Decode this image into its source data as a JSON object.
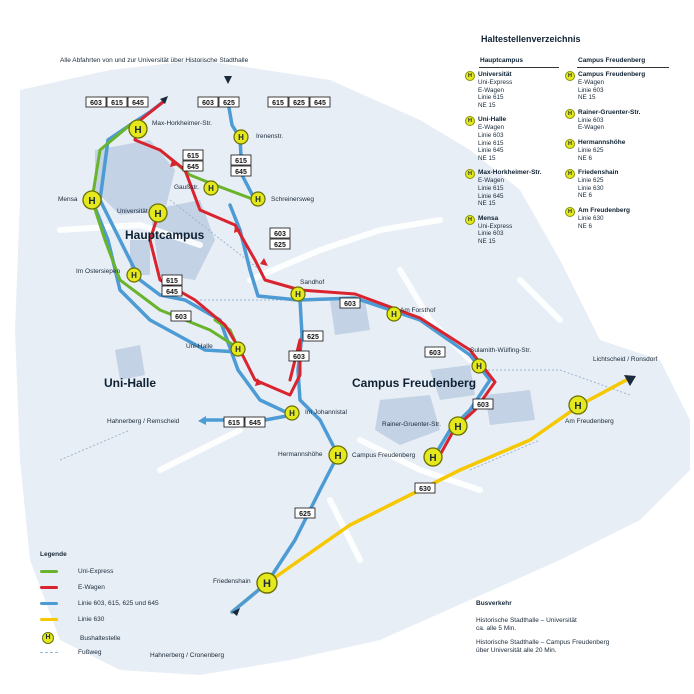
{
  "header": {
    "title": "Haltestellenverzeichnis",
    "note": "Alle Abfahrten von und zur Universität über Historische Stadthalle"
  },
  "areas": {
    "hauptcampus": "Hauptcampus",
    "uni_halle": "Uni-Halle",
    "campus_freudenberg": "Campus Freudenberg"
  },
  "map_labels": {
    "max_horkheimer": "Max-Horkheimer-Str.",
    "irenenstr": "Irenenstr.",
    "gaussstr": "Gaußstr.",
    "schreinersweg": "Schreinersweg",
    "universitaet": "Universität",
    "mensa": "Mensa",
    "im_ostersiepen": "Im Ostersiepen",
    "sandhof": "Sandhof",
    "am_forsthof": "Am Forsthof",
    "uni_halle_stop": "Uni-Halle",
    "im_johannistal": "Im Johannistal",
    "sulamith": "Sulamith-Wülfing-Str.",
    "lichtscheid": "Lichtscheid / Ronsdorf",
    "am_freudenberg": "Am Freudenberg",
    "rainer_gruenter": "Rainer-Gruenter-Str.",
    "campus_freudenberg_stop": "Campus Freudenberg",
    "hahnerberg_remscheid": "Hahnerberg / Remscheid",
    "hermannshoehe": "Hermannshöhe",
    "friedenshain": "Friedenshain",
    "hahnerberg_cronenberg": "Hahnerberg / Cronenberg"
  },
  "route_badges": {
    "b603": "603",
    "b615": "615",
    "b625": "625",
    "b645": "645",
    "b630": "630"
  },
  "stop_symbol": "H",
  "directory": {
    "col1_title": "Hauptcampus",
    "col2_title": "Campus Freudenberg",
    "col1": [
      {
        "name": "Universität",
        "lines": [
          "Uni-Express",
          "E-Wagen",
          "Linie 615",
          "NE 15"
        ]
      },
      {
        "name": "Uni-Halle",
        "lines": [
          "E-Wagen",
          "Linie 603",
          "Linie 615",
          "Linie 645",
          "NE 15"
        ]
      },
      {
        "name": "Max-Horkheimer-Str.",
        "lines": [
          "E-Wagen",
          "Linie 615",
          "Linie 645",
          "NE 15"
        ]
      },
      {
        "name": "Mensa",
        "lines": [
          "Uni-Express",
          "Linie 603",
          "NE 15"
        ]
      }
    ],
    "col2": [
      {
        "name": "Campus Freudenberg",
        "lines": [
          "E-Wagen",
          "Linie 603",
          "NE 15"
        ]
      },
      {
        "name": "Rainer-Gruenter-Str.",
        "lines": [
          "Linie 603",
          "E-Wagen"
        ]
      },
      {
        "name": "Hermannshöhe",
        "lines": [
          "Linie 625",
          "NE 6"
        ]
      },
      {
        "name": "Friedenshain",
        "lines": [
          "Linie 625",
          "Linie 630",
          "NE 6"
        ]
      },
      {
        "name": "Am Freudenberg",
        "lines": [
          "Linie 630",
          "NE 6"
        ]
      }
    ]
  },
  "legend": {
    "title": "Legende",
    "items": [
      {
        "label": "Uni-Express",
        "color": "#6ab42d"
      },
      {
        "label": "E-Wagen",
        "color": "#d9232e"
      },
      {
        "label": "Linie 603, 615, 625 und 645",
        "color": "#4d9bd4"
      },
      {
        "label": "Linie 630",
        "color": "#f5c800"
      },
      {
        "label": "Bushaltestelle",
        "color": "#e4e81c"
      },
      {
        "label": "Fußweg",
        "color": "#9ab7d3"
      }
    ]
  },
  "busverkehr": {
    "title": "Busverkehr",
    "line1a": "Historische Stadthalle – Universität",
    "line1b": "ca. alle 5 Min.",
    "line2a": "Historische Stadthalle – Campus Freudenberg",
    "line2b": "über Universität alle 20 Min."
  },
  "colors": {
    "green": "#6ab42d",
    "red": "#d9232e",
    "blue": "#4d9bd4",
    "yellow": "#f5c800",
    "stop": "#e4e81c",
    "building": "#c9d6e6",
    "road": "#e6ecf3"
  }
}
